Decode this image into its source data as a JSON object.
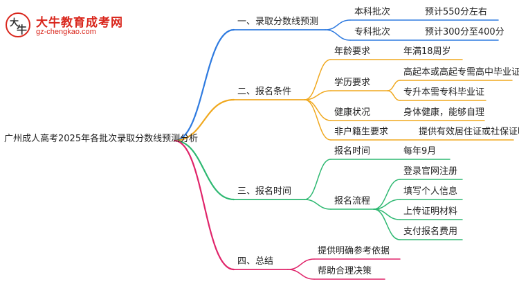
{
  "logo": {
    "name_cn": "大牛教育成考网",
    "url": "gz-chengkao.com",
    "glyphs": [
      "大",
      "牛"
    ]
  },
  "colors": {
    "blue": "#2f7be0",
    "orange": "#f0a81e",
    "green": "#2db871",
    "magenta": "#e0246a",
    "brand_red": "#d9261c"
  },
  "mindmap": {
    "root": "广州成人高考2025年各批次录取分数线预测分析",
    "branches": [
      {
        "label": "一、录取分数线预测",
        "color": "blue",
        "items": [
          {
            "label": "本科批次",
            "detail": "预计550分左右"
          },
          {
            "label": "专科批次",
            "detail": "预计300分至400分"
          }
        ]
      },
      {
        "label": "二、报名条件",
        "color": "orange",
        "items": [
          {
            "label": "年龄要求",
            "details": [
              "年满18周岁"
            ]
          },
          {
            "label": "学历要求",
            "details": [
              "高起本或高起专需高中毕业证",
              "专升本需专科毕业证"
            ]
          },
          {
            "label": "健康状况",
            "details": [
              "身体健康，能够自理"
            ]
          },
          {
            "label": "非户籍生要求",
            "details": [
              "提供有效居住证或社保证明"
            ]
          }
        ]
      },
      {
        "label": "三、报名时间",
        "color": "green",
        "items": [
          {
            "label": "报名时间",
            "details": [
              "每年9月"
            ]
          },
          {
            "label": "报名流程",
            "details": [
              "登录官网注册",
              "填写个人信息",
              "上传证明材料",
              "支付报名费用"
            ]
          }
        ]
      },
      {
        "label": "四、总结",
        "color": "magenta",
        "items": [
          {
            "label": "提供明确参考依据"
          },
          {
            "label": "帮助合理决策"
          }
        ]
      }
    ]
  }
}
